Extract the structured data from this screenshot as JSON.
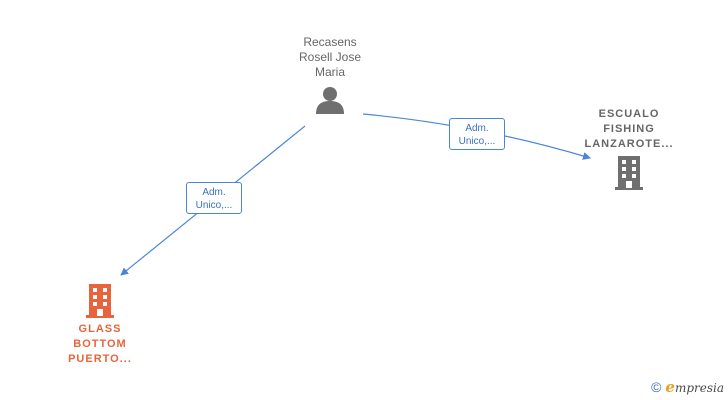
{
  "nodes": {
    "person": {
      "label_lines": [
        "Recasens",
        "Rosell Jose",
        "Maria"
      ],
      "icon": "person-icon"
    },
    "company_escualo": {
      "label_lines": [
        "ESCUALO",
        "FISHING",
        "LANZAROTE..."
      ],
      "icon": "building-icon"
    },
    "company_glass": {
      "label_lines": [
        "GLASS",
        "BOTTOM",
        "PUERTO..."
      ],
      "icon": "building-icon"
    }
  },
  "edges": [
    {
      "from": "person",
      "to": "company_escualo",
      "label_lines": [
        "Adm.",
        "Unico,..."
      ]
    },
    {
      "from": "person",
      "to": "company_glass",
      "label_lines": [
        "Adm.",
        "Unico,..."
      ]
    }
  ],
  "colors": {
    "edge": "#4a86d8",
    "icon_gray": "#6f6f6f",
    "highlight_orange": "#e8643c",
    "label_gray": "#666666"
  },
  "footer": {
    "copyright": "©",
    "brand_initial": "e",
    "brand_rest": "mpresia"
  }
}
